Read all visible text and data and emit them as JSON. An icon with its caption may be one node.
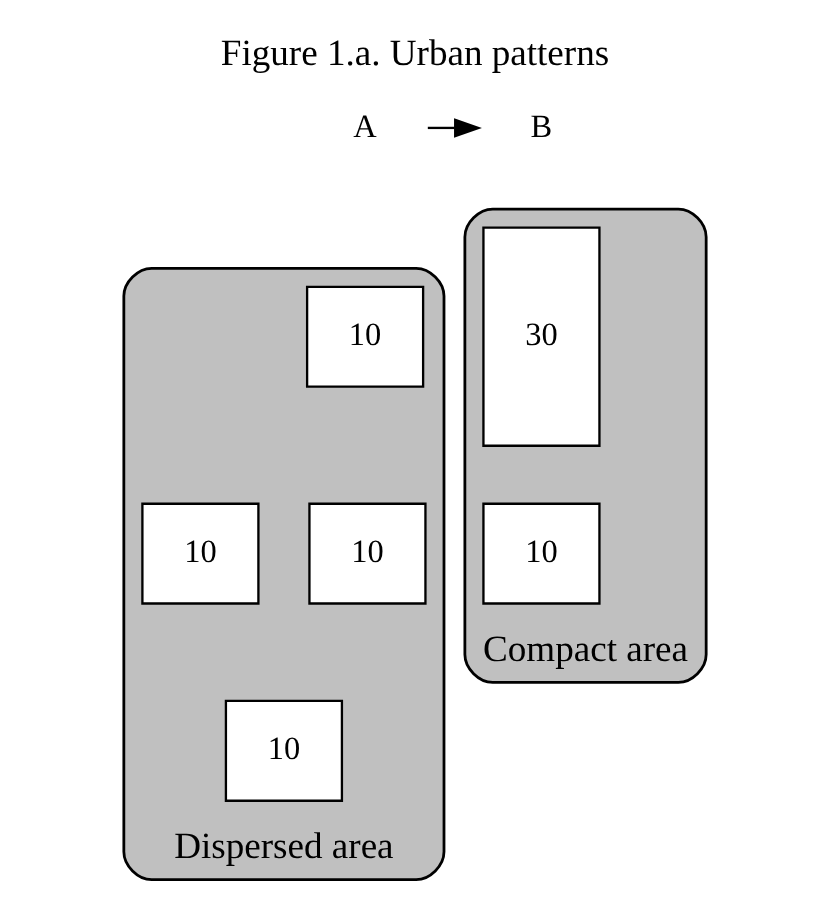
{
  "diagram": {
    "title": "Figure 1.a. Urban patterns",
    "nodes": [
      {
        "text": [
          "A"
        ]
      },
      {
        "text": [
          "B"
        ]
      },
      {
        "text": [],
        "shape": "ellipse",
        "beside": [
          "Dispersed area"
        ]
      },
      {
        "text": [
          "10"
        ],
        "in": 2
      },
      {
        "text": [
          "10"
        ],
        "in": 2
      },
      {
        "text": [
          "10"
        ],
        "in": 2
      },
      {
        "text": [
          "10"
        ],
        "in": 2
      },
      {
        "text": [],
        "shape": "ellipse",
        "beside": [
          "Compact area"
        ]
      },
      {
        "text": [
          "30"
        ],
        "in": 7
      },
      {
        "text": [
          "10"
        ],
        "in": 7
      }
    ],
    "edges": [
      {
        "from": 0,
        "to": 1,
        "arrow": "to"
      }
    ]
  }
}
